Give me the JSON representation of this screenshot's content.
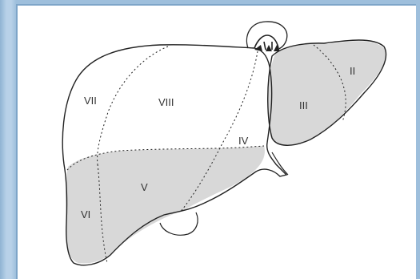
{
  "diagram": {
    "segments": [
      {
        "id": "II",
        "label": "II",
        "shaded": true
      },
      {
        "id": "III",
        "label": "III",
        "shaded": true
      },
      {
        "id": "IV",
        "label": "IV",
        "shaded": false
      },
      {
        "id": "V",
        "label": "V",
        "shaded": true
      },
      {
        "id": "VI",
        "label": "VI",
        "shaded": true
      },
      {
        "id": "VII",
        "label": "VII",
        "shaded": false
      },
      {
        "id": "VIII",
        "label": "VIII",
        "shaded": false
      }
    ],
    "colors": {
      "background": "#a9c8e2",
      "panel": "#ffffff",
      "shade": "#d8d8d8",
      "outline": "#222222"
    }
  }
}
